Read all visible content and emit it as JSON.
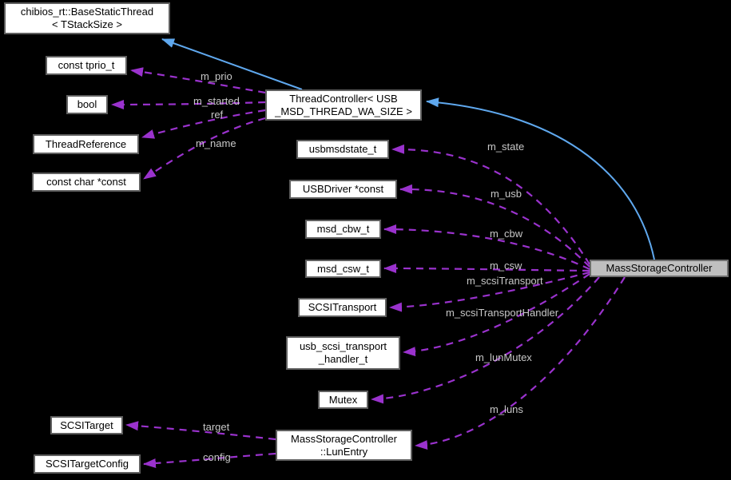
{
  "diagram": {
    "kind": "collaboration-graph",
    "main_class": "MassStorageController",
    "colors": {
      "background": "#000000",
      "node_fill": "#ffffff",
      "node_border": "#5f5f5f",
      "highlight_node_fill": "#bfbfbf",
      "usage_edge": "#9a32cd",
      "inheritance_edge": "#5fa8ee",
      "edge_label_text": "#c8c8c8",
      "node_text": "#000000"
    },
    "nodes": {
      "base_static_thread": {
        "label": "chibios_rt::BaseStaticThread\n< TStackSize >"
      },
      "const_tprio_t": {
        "label": "const tprio_t"
      },
      "bool": {
        "label": "bool"
      },
      "thread_reference": {
        "label": "ThreadReference"
      },
      "const_char_const": {
        "label": "const char *const"
      },
      "thread_controller": {
        "label": "ThreadController< USB\n_MSD_THREAD_WA_SIZE >"
      },
      "usbmsdstate_t": {
        "label": "usbmsdstate_t"
      },
      "usbdriver_const": {
        "label": "USBDriver *const"
      },
      "msd_cbw_t": {
        "label": "msd_cbw_t"
      },
      "msd_csw_t": {
        "label": "msd_csw_t"
      },
      "scsi_transport": {
        "label": "SCSITransport"
      },
      "usb_scsi_transport_handler_t": {
        "label": "usb_scsi_transport\n_handler_t"
      },
      "mutex": {
        "label": "Mutex"
      },
      "scsi_target": {
        "label": "SCSITarget"
      },
      "scsi_target_config": {
        "label": "SCSITargetConfig"
      },
      "lun_entry": {
        "label": "MassStorageController\n::LunEntry"
      },
      "mass_storage_controller": {
        "label": "MassStorageController",
        "highlighted": true
      }
    },
    "edges": {
      "m_prio": {
        "label": "m_prio",
        "from": "ThreadController< USB_MSD_THREAD_WA_SIZE >",
        "to": "const tprio_t",
        "style": "dashed-usage"
      },
      "m_started": {
        "label": "m_started",
        "from": "ThreadController< USB_MSD_THREAD_WA_SIZE >",
        "to": "bool",
        "style": "dashed-usage"
      },
      "ref": {
        "label": "ref",
        "from": "ThreadController< USB_MSD_THREAD_WA_SIZE >",
        "to": "ThreadReference",
        "style": "dashed-usage"
      },
      "m_name": {
        "label": "m_name",
        "from": "ThreadController< USB_MSD_THREAD_WA_SIZE >",
        "to": "const char *const",
        "style": "dashed-usage"
      },
      "m_state": {
        "label": "m_state",
        "from": "MassStorageController",
        "to": "usbmsdstate_t",
        "style": "dashed-usage"
      },
      "m_usb": {
        "label": "m_usb",
        "from": "MassStorageController",
        "to": "USBDriver *const",
        "style": "dashed-usage"
      },
      "m_cbw": {
        "label": "m_cbw",
        "from": "MassStorageController",
        "to": "msd_cbw_t",
        "style": "dashed-usage"
      },
      "m_csw": {
        "label": "m_csw",
        "from": "MassStorageController",
        "to": "msd_csw_t",
        "style": "dashed-usage"
      },
      "m_scsiTransport": {
        "label": "m_scsiTransport",
        "from": "MassStorageController",
        "to": "SCSITransport",
        "style": "dashed-usage"
      },
      "m_scsiTransportHandler": {
        "label": "m_scsiTransportHandler",
        "from": "MassStorageController",
        "to": "usb_scsi_transport_handler_t",
        "style": "dashed-usage"
      },
      "m_lunMutex": {
        "label": "m_lunMutex",
        "from": "MassStorageController",
        "to": "Mutex",
        "style": "dashed-usage"
      },
      "m_luns": {
        "label": "m_luns",
        "from": "MassStorageController",
        "to": "MassStorageController::LunEntry",
        "style": "dashed-usage"
      },
      "target": {
        "label": "target",
        "from": "MassStorageController::LunEntry",
        "to": "SCSITarget",
        "style": "dashed-usage"
      },
      "config": {
        "label": "config",
        "from": "MassStorageController::LunEntry",
        "to": "SCSITargetConfig",
        "style": "dashed-usage"
      },
      "inherit_thread_controller": {
        "label": "",
        "from": "ThreadController< USB_MSD_THREAD_WA_SIZE >",
        "to": "chibios_rt::BaseStaticThread< TStackSize >",
        "style": "solid-inheritance"
      },
      "inherit_mass_storage": {
        "label": "",
        "from": "MassStorageController",
        "to": "ThreadController< USB_MSD_THREAD_WA_SIZE >",
        "style": "solid-inheritance"
      }
    }
  }
}
